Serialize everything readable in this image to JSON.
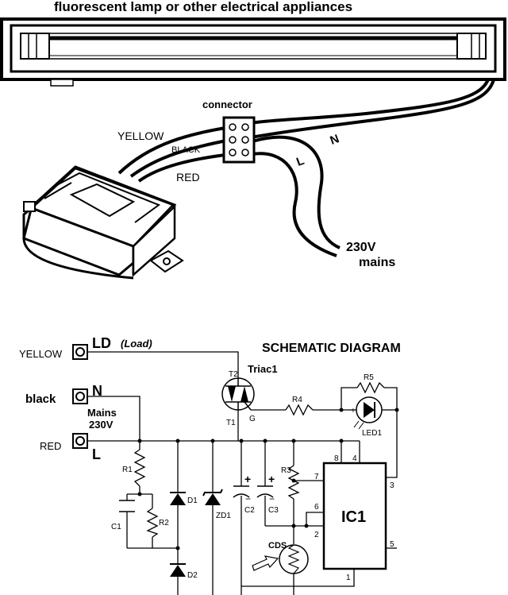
{
  "header": {
    "title": "fluorescent lamp or other electrical appliances"
  },
  "illustration": {
    "connector_label": "connector",
    "wire_yellow": "YELLOW",
    "wire_black": "BLACK",
    "wire_red": "RED",
    "n_label": "N",
    "l_label": "L",
    "mains_voltage": "230V",
    "mains_word": "mains"
  },
  "schematic": {
    "title": "SCHEMATIC DIAGRAM",
    "terminals": {
      "yellow": "YELLOW",
      "black": "black",
      "red": "RED",
      "ld": "LD",
      "load": "(Load)",
      "n": "N",
      "mains_word": "Mains",
      "mains_voltage": "230V",
      "l": "L"
    },
    "components": {
      "triac": "Triac1",
      "t2": "T2",
      "t1": "T1",
      "g": "G",
      "r4": "R4",
      "r5": "R5",
      "led1": "LED1",
      "r1": "R1",
      "r2": "R2",
      "c1": "C1",
      "d1": "D1",
      "d2": "D2",
      "zd1": "ZD1",
      "c2": "C2",
      "c3": "C3",
      "r3": "R3",
      "cds": "CDS",
      "ic1": "IC1",
      "pin8": "8",
      "pin4": "4",
      "pin7": "7",
      "pin6": "6",
      "pin2": "2",
      "pin3": "3",
      "pin5": "5",
      "pin1": "1",
      "plus": "+",
      "minus": "−"
    }
  }
}
